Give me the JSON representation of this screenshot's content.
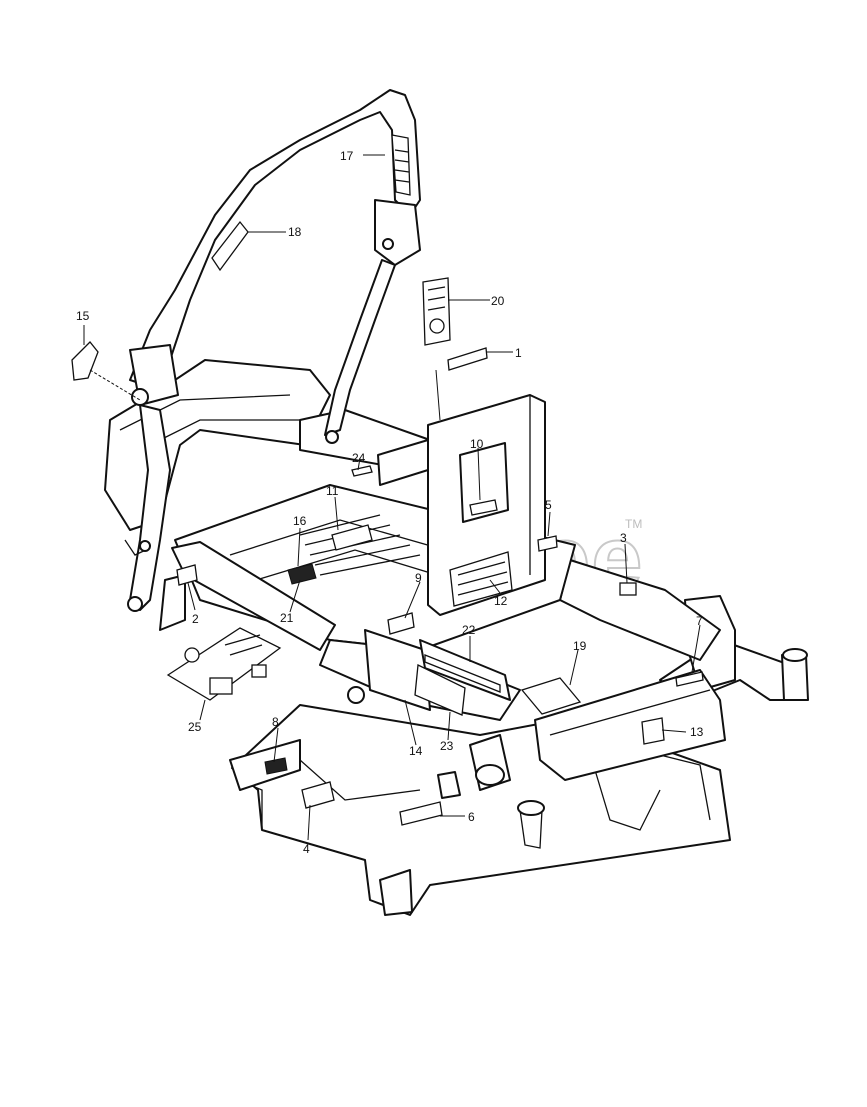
{
  "watermark": {
    "text": "PartsTree",
    "trademark": "TM"
  },
  "callouts": [
    "1",
    "2",
    "3",
    "4",
    "5",
    "6",
    "7",
    "8",
    "9",
    "10",
    "11",
    "12",
    "13",
    "14",
    "15",
    "16",
    "17",
    "18",
    "19",
    "20",
    "21",
    "22",
    "23",
    "24",
    "25"
  ]
}
